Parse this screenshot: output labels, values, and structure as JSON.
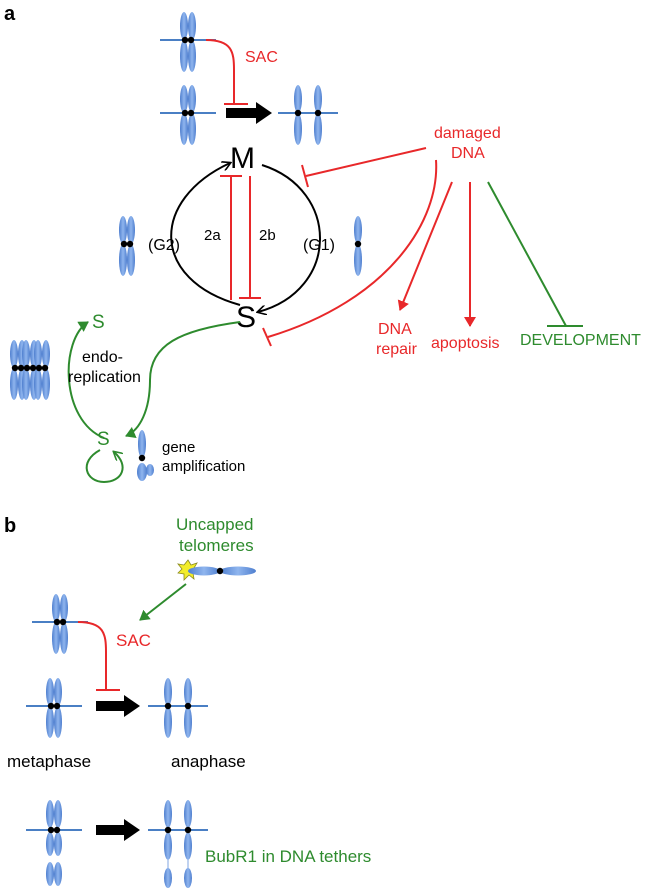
{
  "panel_a": {
    "letter": "a",
    "sac": "SAC",
    "damaged_1": "damaged",
    "damaged_2": "DNA",
    "m": "M",
    "s": "S",
    "g2": "(G2)",
    "g1": "(G1)",
    "l2a": "2a",
    "l2b": "2b",
    "dna_repair_1": "DNA",
    "dna_repair_2": "repair",
    "apoptosis": "apoptosis",
    "development": "DEVELOPMENT",
    "endo_s_top": "S",
    "endo_s_bottom": "S",
    "endo_1": "endo-",
    "endo_2": "replication",
    "gene_1": "gene",
    "gene_2": "amplification"
  },
  "panel_b": {
    "letter": "b",
    "uncapped_1": "Uncapped",
    "uncapped_2": "telomeres",
    "sac": "SAC",
    "metaphase": "metaphase",
    "anaphase": "anaphase",
    "bubr1": "BubR1 in DNA tethers"
  },
  "colors": {
    "red": "#e8282a",
    "green": "#2e8b2e",
    "blue": "#6f9be0",
    "black": "#000000"
  }
}
